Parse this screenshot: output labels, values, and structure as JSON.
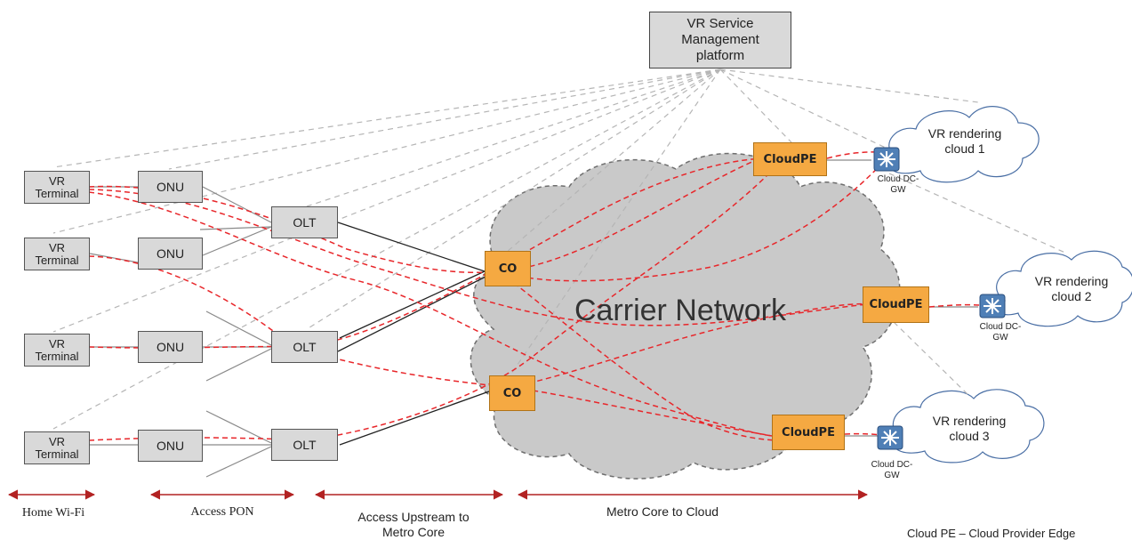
{
  "management": {
    "label": "VR Service\nManagement\nplatform"
  },
  "terminals": [
    {
      "label": "VR\nTerminal"
    },
    {
      "label": "VR\nTerminal"
    },
    {
      "label": "VR\nTerminal"
    },
    {
      "label": "VR\nTerminal"
    }
  ],
  "onus": [
    {
      "label": "ONU"
    },
    {
      "label": "ONU"
    },
    {
      "label": "ONU"
    },
    {
      "label": "ONU"
    }
  ],
  "olts": [
    {
      "label": "OLT"
    },
    {
      "label": "OLT"
    },
    {
      "label": "OLT"
    }
  ],
  "cos": [
    {
      "label": "CO"
    },
    {
      "label": "CO"
    }
  ],
  "cloud_pes": [
    {
      "label": "CloudPE"
    },
    {
      "label": "CloudPE"
    },
    {
      "label": "CloudPE"
    }
  ],
  "carrier_network": {
    "label": "Carrier Network"
  },
  "rendering_clouds": [
    {
      "label": "VR rendering\ncloud 1"
    },
    {
      "label": "VR rendering\ncloud 2"
    },
    {
      "label": "VR rendering\ncloud 3"
    }
  ],
  "dc_gateways": [
    {
      "label": "Cloud DC-\nGW"
    },
    {
      "label": "Cloud DC-\nGW"
    },
    {
      "label": "Cloud DC-\nGW"
    }
  ],
  "segments": [
    {
      "label": "Home Wi-Fi"
    },
    {
      "label": "Access PON"
    },
    {
      "label": "Access Upstream to\nMetro Core"
    },
    {
      "label": "Metro Core to Cloud"
    }
  ],
  "footnote": "Cloud PE – Cloud Provider Edge",
  "colors": {
    "path_red": "#e8262a",
    "node_orange": "#f5a942",
    "node_gray": "#d9d9d9",
    "cloud_fill": "#c9c9c9",
    "segment_arrow": "#b22222"
  }
}
